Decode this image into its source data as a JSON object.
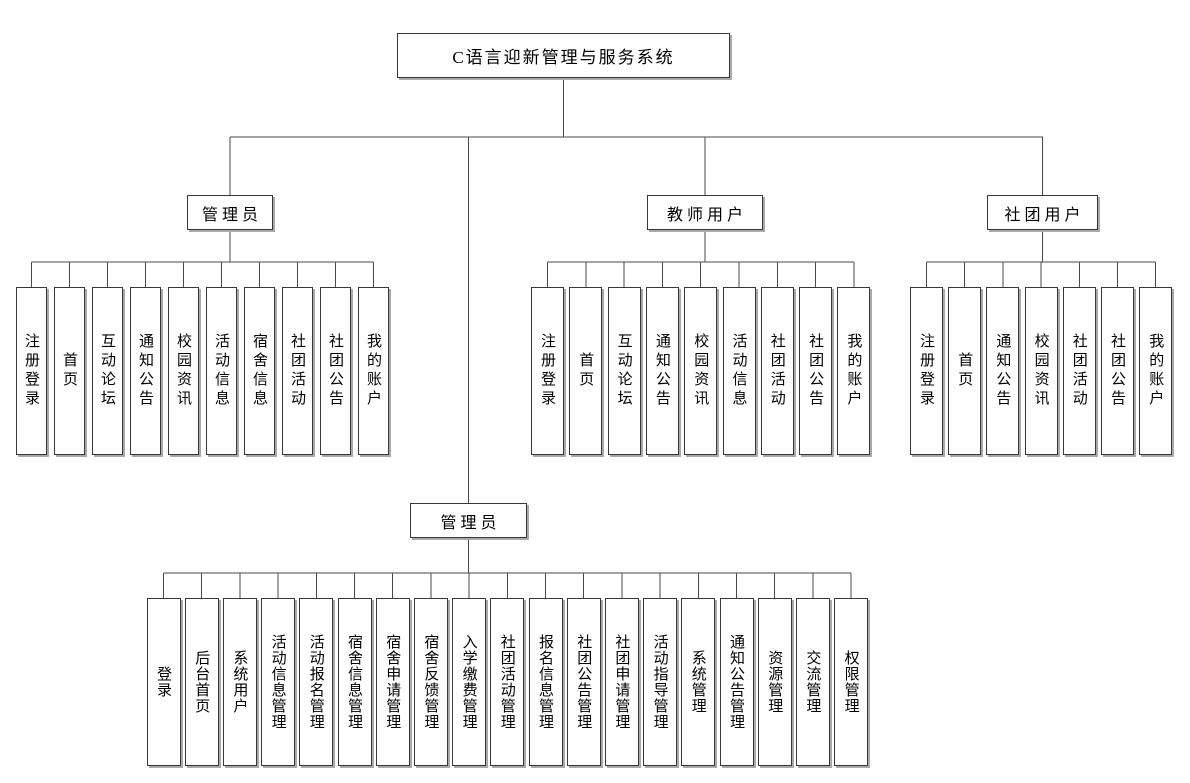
{
  "title": "C语言迎新管理与服务系统",
  "colors": {
    "background": "#ffffff",
    "box_border": "#383838",
    "connector_line": "#4a4a4a",
    "box_shadow": "#a9a9a9",
    "text": "#000000"
  },
  "tree": {
    "root": {
      "label": "C语言迎新管理与服务系统"
    },
    "branches": [
      {
        "id": "admin-front",
        "label": "管理员",
        "children": [
          "注册登录",
          "首页",
          "互动论坛",
          "通知公告",
          "校园资讯",
          "活动信息",
          "宿舍信息",
          "社团活动",
          "社团公告",
          "我的账户"
        ]
      },
      {
        "id": "teacher-user",
        "label": "教师用户",
        "children": [
          "注册登录",
          "首页",
          "互动论坛",
          "通知公告",
          "校园资讯",
          "活动信息",
          "社团活动",
          "社团公告",
          "我的账户"
        ]
      },
      {
        "id": "club-user",
        "label": "社团用户",
        "children": [
          "注册登录",
          "首页",
          "通知公告",
          "校园资讯",
          "社团活动",
          "社团公告",
          "我的账户"
        ]
      },
      {
        "id": "admin-back",
        "label": "管理员",
        "children": [
          "登录",
          "后台首页",
          "系统用户",
          "活动信息管理",
          "活动报名管理",
          "宿舍信息管理",
          "宿舍申请管理",
          "宿舍反馈管理",
          "入学缴费管理",
          "社团活动管理",
          "报名信息管理",
          "社团公告管理",
          "社团申请管理",
          "活动指导管理",
          "系统管理",
          "通知公告管理",
          "资源管理",
          "交流管理",
          "权限管理"
        ]
      }
    ]
  }
}
